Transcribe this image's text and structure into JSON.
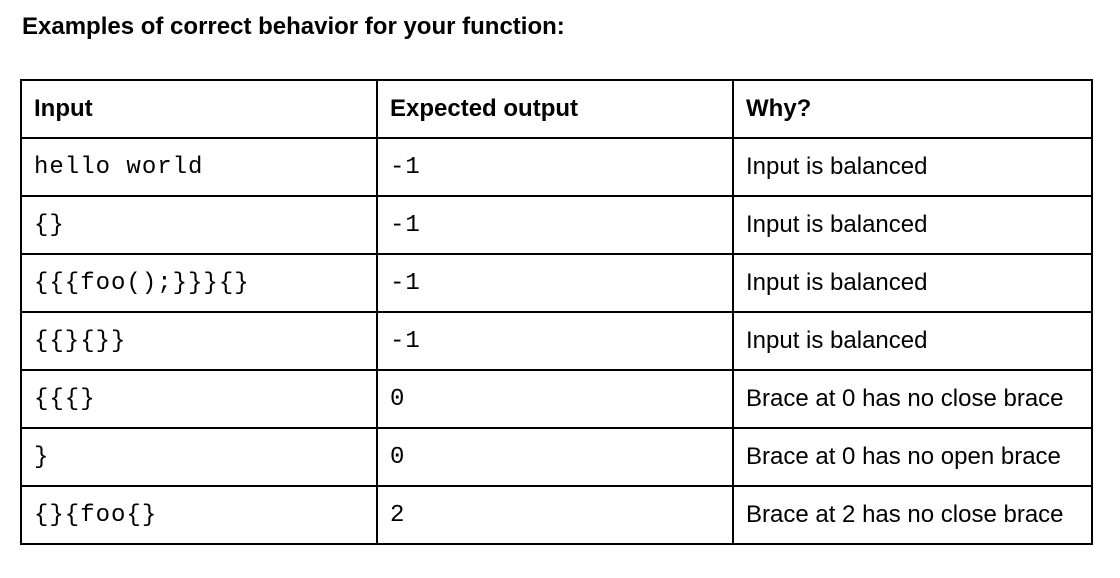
{
  "heading": "Examples of correct behavior for your function:",
  "table": {
    "headers": {
      "input": "Input",
      "expected": "Expected output",
      "why": "Why?"
    },
    "rows": [
      {
        "input": "hello world",
        "expected": "-1",
        "why": "Input is balanced"
      },
      {
        "input": "{}",
        "expected": "-1",
        "why": "Input is balanced"
      },
      {
        "input": "{{{foo();}}}{}",
        "expected": "-1",
        "why": "Input is balanced"
      },
      {
        "input": "{{}{}}",
        "expected": "-1",
        "why": "Input is balanced"
      },
      {
        "input": "{{{}",
        "expected": "0",
        "why": "Brace at 0 has no close brace"
      },
      {
        "input": "}",
        "expected": "0",
        "why": "Brace at 0 has no open brace"
      },
      {
        "input": "{}{foo{}",
        "expected": "2",
        "why": "Brace at 2 has no close brace"
      }
    ]
  }
}
